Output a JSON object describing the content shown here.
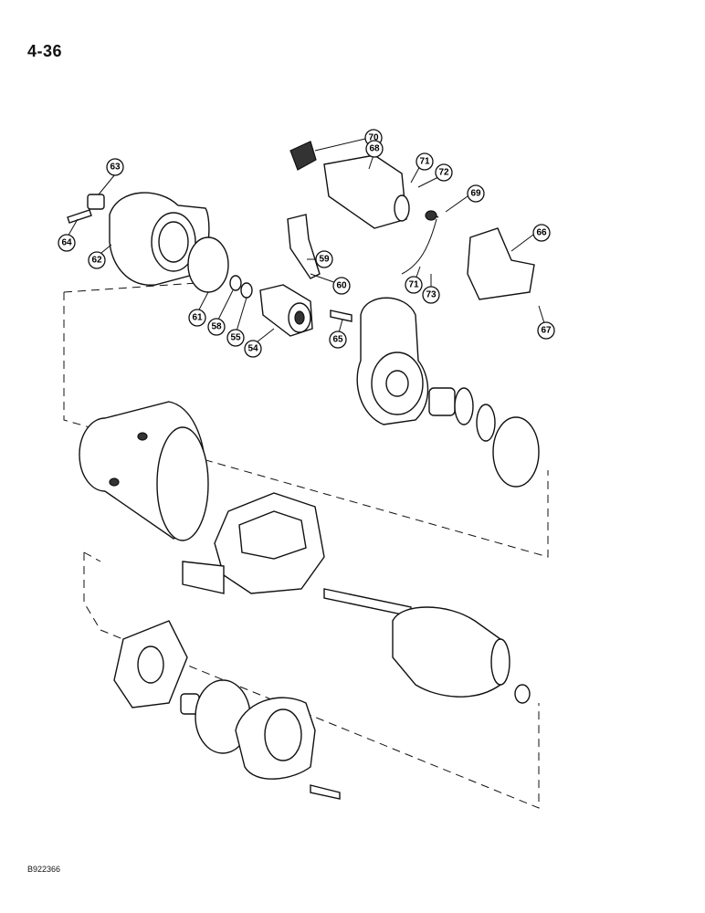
{
  "page_number": "4-36",
  "figure_code": "B922366",
  "callouts": [
    "63",
    "64",
    "62",
    "61",
    "58",
    "55",
    "54",
    "65",
    "59",
    "60",
    "70",
    "68",
    "71",
    "72",
    "69",
    "71",
    "73",
    "66",
    "67"
  ]
}
